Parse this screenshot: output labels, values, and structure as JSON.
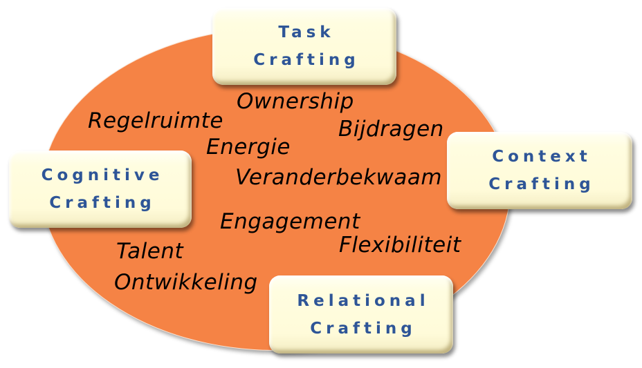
{
  "diagram": {
    "background_shape": {
      "type": "ellipse",
      "color": "#f58345"
    },
    "box_color": "#fffbd9",
    "box_text_color": "#2e5597",
    "boxes": [
      {
        "id": "task",
        "line1": "Task",
        "line2": "Crafting"
      },
      {
        "id": "cognitive",
        "line1": "Cognitive",
        "line2": "Crafting"
      },
      {
        "id": "context",
        "line1": "Context",
        "line2": "Crafting"
      },
      {
        "id": "relational",
        "line1": "Relational",
        "line2": "Crafting"
      }
    ],
    "words": [
      "Ownership",
      "Regelruimte",
      "Bijdragen",
      "Energie",
      "Veranderbekwaam",
      "Engagement",
      "Flexibiliteit",
      "Talent",
      "Ontwikkeling"
    ]
  }
}
